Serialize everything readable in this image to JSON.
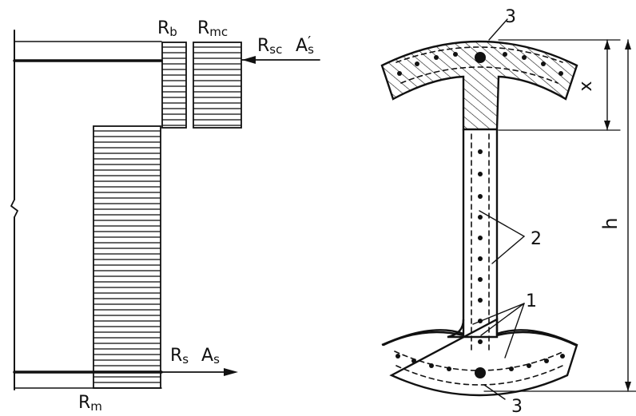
{
  "figure": {
    "stress_diagram": {
      "labels": {
        "rb": {
          "main": "R",
          "sub": "b"
        },
        "rmc": {
          "main": "R",
          "sub": "mc"
        },
        "rsc": {
          "main": "R",
          "sub": "sc"
        },
        "as_prime": {
          "main": "A",
          "prime": "′",
          "sub": "s"
        },
        "rs": {
          "main": "R",
          "sub": "s"
        },
        "as": {
          "main": "A",
          "sub": "s"
        },
        "rm": {
          "main": "R",
          "sub": "m"
        }
      }
    },
    "cross_section": {
      "callouts": {
        "top_3": "3",
        "bottom_3": "3",
        "label_2": "2",
        "label_1": "1"
      },
      "dimensions": {
        "x": "x",
        "h": "h"
      }
    }
  }
}
